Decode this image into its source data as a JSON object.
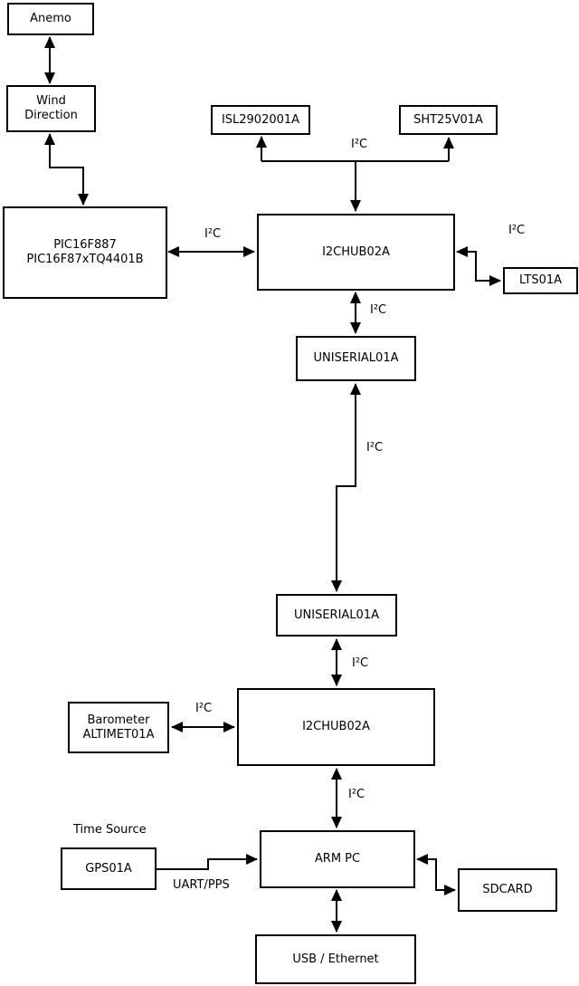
{
  "diagram": {
    "title_hint": "weather-station block diagram",
    "colors": {
      "background": "#ffffff",
      "stroke": "#000000",
      "box_fill": "#ffffff",
      "text": "#000000"
    },
    "boxes": {
      "anemo": {
        "label": "Anemo"
      },
      "wind_direction": {
        "line1": "Wind",
        "line2": "Direction"
      },
      "pic": {
        "line1": "PIC16F887",
        "line2": "PIC16F87xTQ4401B"
      },
      "isl": {
        "label": "ISL2902001A"
      },
      "sht": {
        "label": "SHT25V01A"
      },
      "i2chub_top": {
        "label": "I2CHUB02A"
      },
      "lts": {
        "label": "LTS01A"
      },
      "uniserial_top": {
        "label": "UNISERIAL01A"
      },
      "uniserial_bottom": {
        "label": "UNISERIAL01A"
      },
      "i2chub_bottom": {
        "label": "I2CHUB02A"
      },
      "barometer": {
        "line1": "Barometer",
        "line2": "ALTIMET01A"
      },
      "gps": {
        "label": "GPS01A"
      },
      "arm_pc": {
        "label": "ARM PC"
      },
      "sdcard": {
        "label": "SDCARD"
      },
      "usb_ethernet": {
        "label": "USB / Ethernet"
      }
    },
    "edge_labels": {
      "i2c_pic_hub": "I²C",
      "i2c_sensor_bus": "I²C",
      "i2c_lts": "I²C",
      "i2c_hub_uniserial": "I²C",
      "i2c_long_link": "I²C",
      "i2c_uniserial_hub2": "I²C",
      "i2c_barometer": "I²C",
      "i2c_hub2_armpc": "I²C",
      "uart_pps": "UART/PPS",
      "time_source": "Time Source"
    }
  }
}
